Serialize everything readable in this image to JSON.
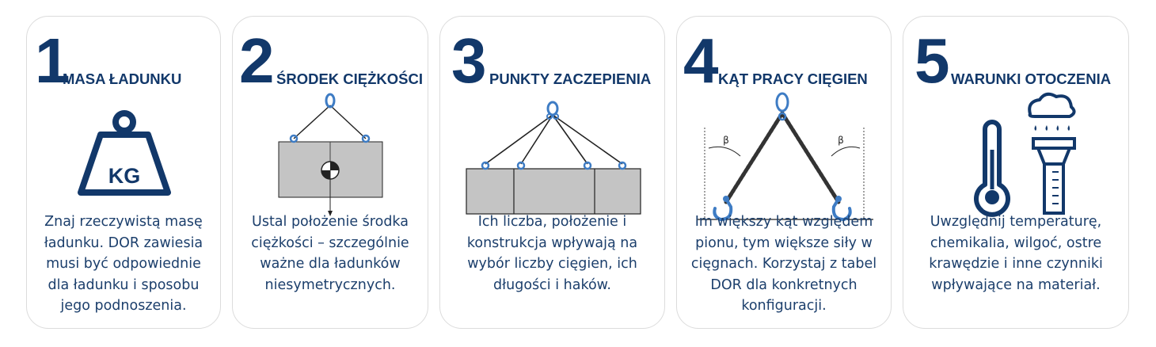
{
  "cards": [
    {
      "num": "1",
      "title": "MASA ŁADUNKU",
      "desc": "Znaj rzeczywistą masę ładunku. DOR zawiesia musi być odpowiednie dla ładunku i sposobu jego podnoszenia.",
      "icon": "kg-weight-icon"
    },
    {
      "num": "2",
      "title": "ŚRODEK CIĘŻKOŚCI",
      "desc": "Ustal położenie środka ciężkości – szczególnie ważne dla ładunków niesymetrycznych.",
      "icon": "center-of-gravity-icon"
    },
    {
      "num": "3",
      "title": "PUNKTY ZACZEPIENIA",
      "desc": "Ich liczba, położenie i konstrukcja wpływają na wybór liczby cięgien, ich długości i haków.",
      "icon": "attachment-points-icon"
    },
    {
      "num": "4",
      "title": "KĄT PRACY CIĘGIEN",
      "desc": "Im większy kąt względem pionu, tym większe siły w cięgnach. Korzystaj z tabel DOR dla konkretnych konfiguracji.",
      "icon": "chain-angle-icon",
      "angle_label": "β"
    },
    {
      "num": "5",
      "title": "WARUNKI OTOCZENIA",
      "desc": "Uwzględnij temperaturę, chemikalia, wilgoć, ostre krawędzie i inne czynniki wpływające na materiał.",
      "icon": "environment-icon"
    }
  ],
  "weight_label": "KG",
  "colors": {
    "navy": "#12386a",
    "text": "#1c3f6c",
    "border": "#dcdcdc",
    "block": "#c4c4c4",
    "link": "#3e7cc4"
  }
}
